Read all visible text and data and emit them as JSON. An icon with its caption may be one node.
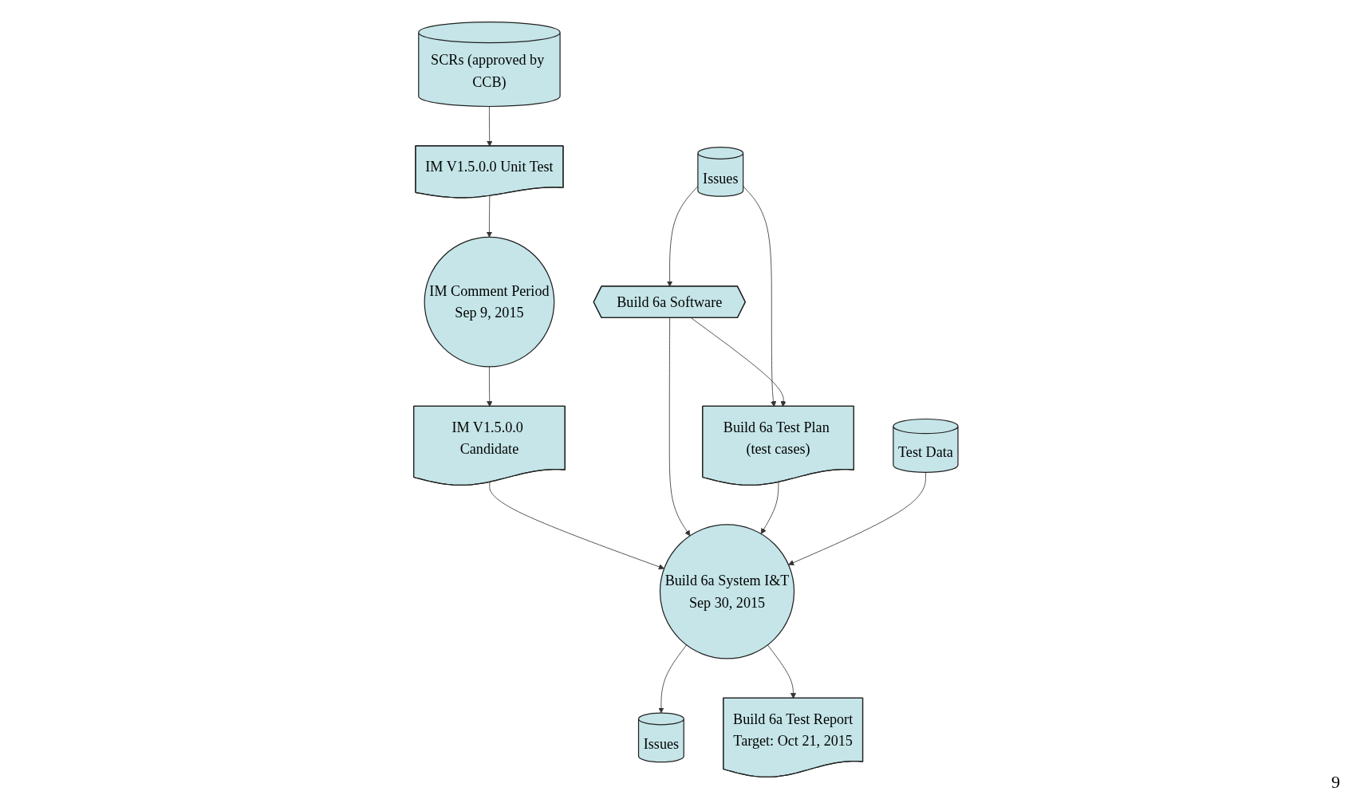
{
  "diagram": {
    "nodes": [
      {
        "text": [
          "SCRs (approved by CCB)"
        ]
      },
      {
        "text": [
          "IM V1.5.0.0 Unit Test"
        ]
      },
      {
        "text": [
          "Issues"
        ]
      },
      {
        "text": [
          "IM Comment Period",
          "Sep 9, 2015"
        ]
      },
      {
        "text": [
          "IM V1.5.0.0 Candidate"
        ]
      },
      {
        "text": [
          "Build 6a Software"
        ]
      },
      {
        "text": [
          "Build 6a Test Plan (test cases)"
        ]
      },
      {
        "text": [
          "Test Data"
        ]
      },
      {
        "text": [
          "Issues"
        ]
      },
      {
        "text": [
          "Build 6a System I&T",
          "Sep 30, 2015"
        ]
      },
      {
        "text": [
          "Build 6a Test Report",
          "Target: Oct 21, 2015"
        ]
      }
    ],
    "edges": [
      {
        "from": 0,
        "to": 1,
        "arrow": "to"
      },
      {
        "from": 1,
        "to": 3,
        "arrow": "to"
      },
      {
        "from": 2,
        "to": 5,
        "arrow": "to"
      },
      {
        "from": 2,
        "to": 6,
        "arrow": "to"
      },
      {
        "from": 3,
        "to": 4,
        "arrow": "to"
      },
      {
        "from": 5,
        "to": 6,
        "arrow": "to"
      },
      {
        "from": 4,
        "to": 9,
        "arrow": "to"
      },
      {
        "from": 5,
        "to": 9,
        "arrow": "to"
      },
      {
        "from": 6,
        "to": 9,
        "arrow": "to"
      },
      {
        "from": 7,
        "to": 9,
        "arrow": "to"
      },
      {
        "from": 9,
        "to": 8,
        "arrow": "to"
      },
      {
        "from": 9,
        "to": 10,
        "arrow": "to"
      }
    ],
    "labels": [
      "9"
    ]
  }
}
